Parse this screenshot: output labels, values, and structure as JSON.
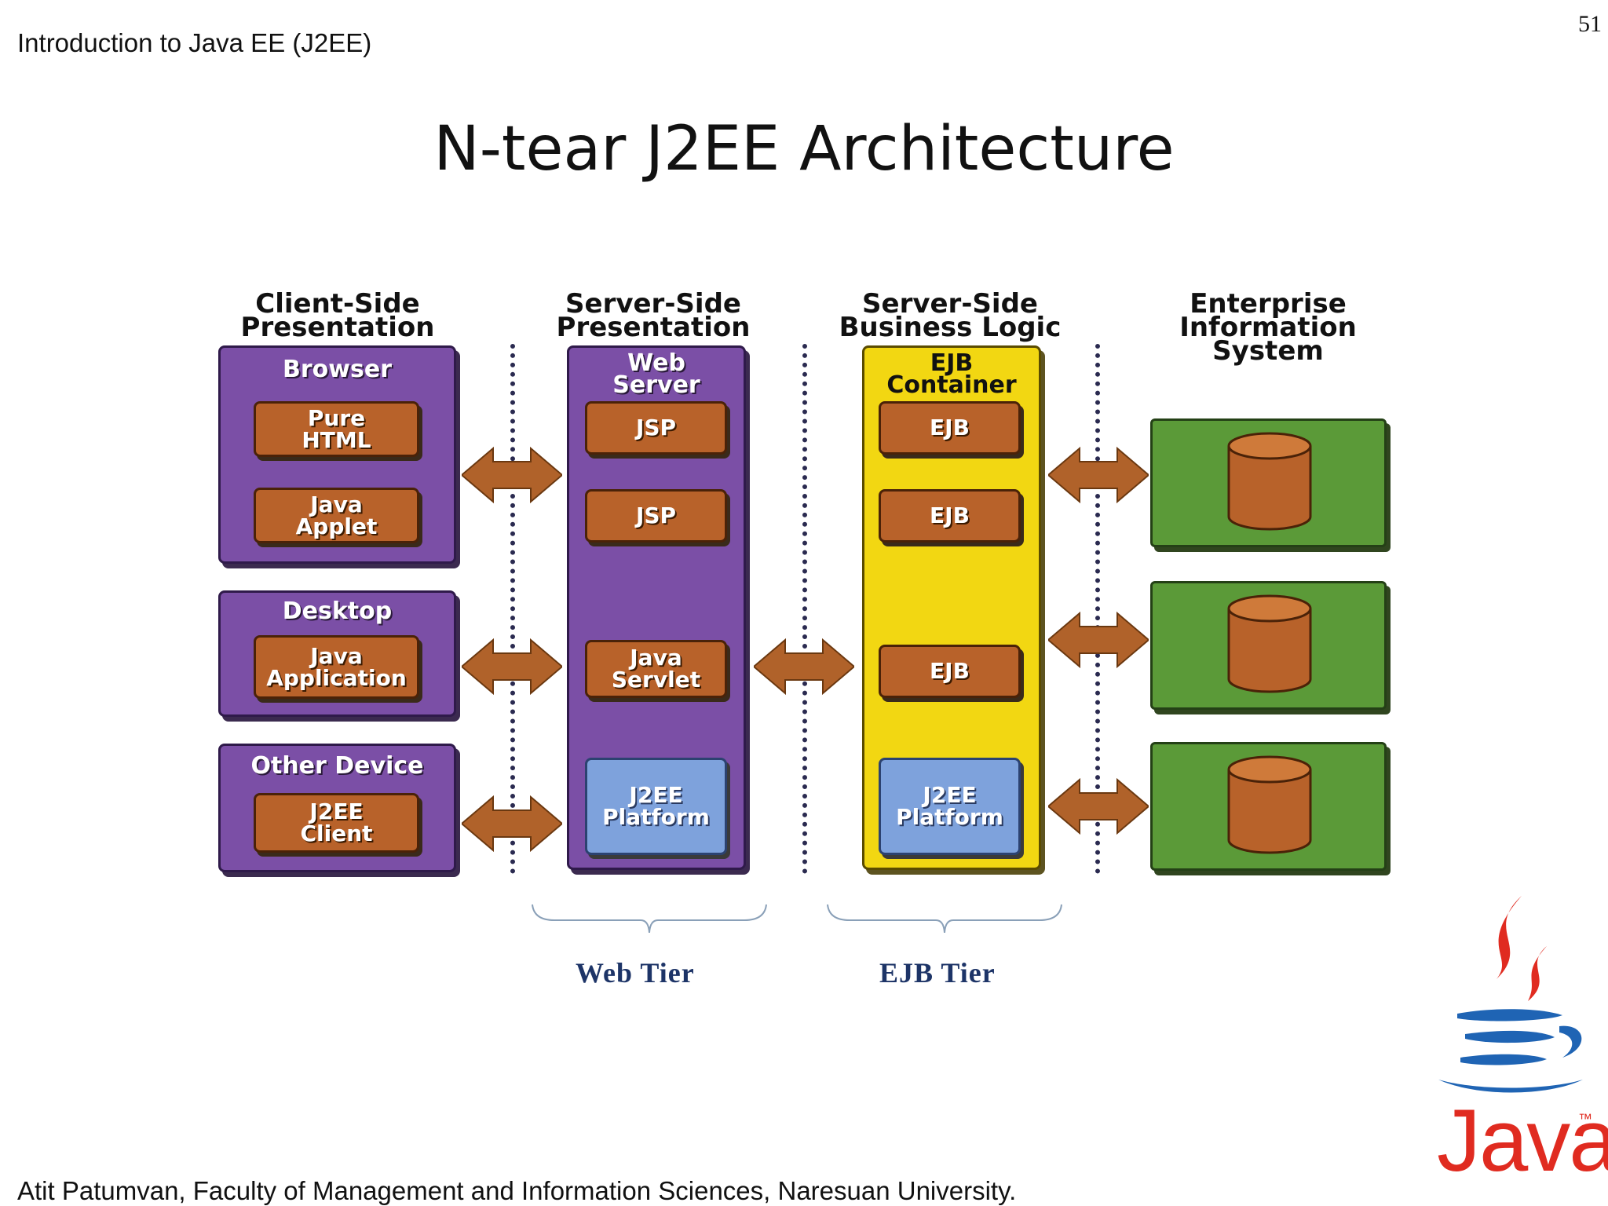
{
  "header": {
    "course": "Introduction to Java EE (J2EE)",
    "page_number": "51"
  },
  "title": "N-tear J2EE Architecture",
  "footer": "Atit Patumvan, Faculty of Management and Information Sciences, Naresuan University.",
  "columns": {
    "client": "Client-Side\nPresentation",
    "server_presentation": "Server-Side\nPresentation",
    "business": "Server-Side\nBusiness Logic",
    "eis": "Enterprise\nInformation\nSystem"
  },
  "client": {
    "browser": {
      "title": "Browser",
      "items": [
        "Pure\nHTML",
        "Java\nApplet"
      ]
    },
    "desktop": {
      "title": "Desktop",
      "items": [
        "Java\nApplication"
      ]
    },
    "other": {
      "title": "Other Device",
      "items": [
        "J2EE\nClient"
      ]
    }
  },
  "web_server": {
    "title": "Web\nServer",
    "items": [
      "JSP",
      "JSP",
      "Java\nServlet"
    ],
    "platform": "J2EE\nPlatform"
  },
  "ejb_container": {
    "title": "EJB\nContainer",
    "items": [
      "EJB",
      "EJB",
      "EJB"
    ],
    "platform": "J2EE\nPlatform"
  },
  "tiers": {
    "web": "Web Tier",
    "ejb": "EJB Tier"
  },
  "logo": {
    "wordmark": "Java",
    "tm": "™"
  },
  "colors": {
    "purple": "#7b4fa6",
    "yellow": "#f2d712",
    "green": "#5b9a38",
    "brown": "#b8622a",
    "blue": "#7ea2dc",
    "tier_text": "#1d3467",
    "java_red": "#e02b20",
    "java_blue": "#1f64b4"
  }
}
